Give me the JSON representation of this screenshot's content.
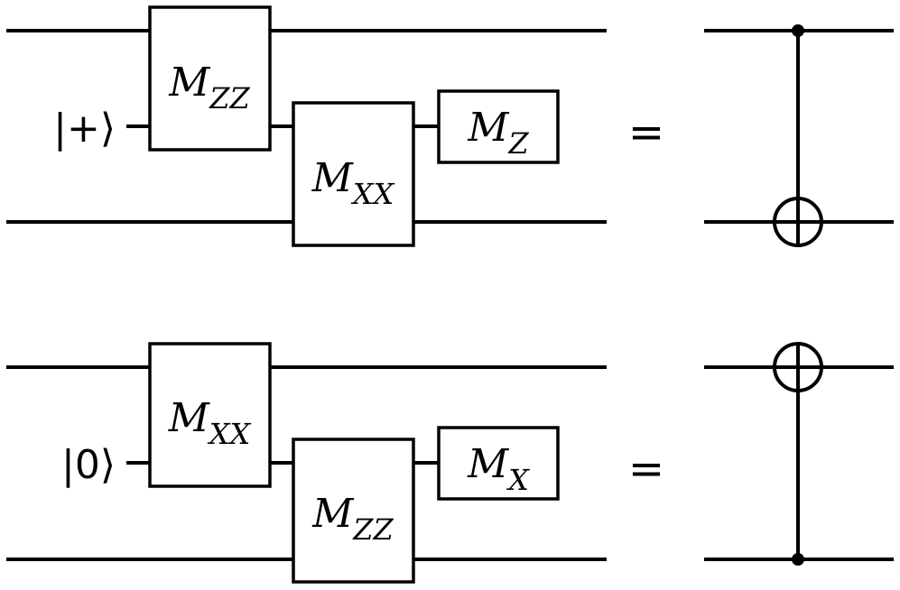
{
  "circuits": [
    {
      "input_state": "|+⟩",
      "gate1": {
        "main": "M",
        "sub": "ZZ"
      },
      "gate2": {
        "main": "M",
        "sub": "XX"
      },
      "measure": {
        "main": "M",
        "sub": "Z"
      },
      "equals": "=",
      "equivalent": {
        "control": "top",
        "target": "bottom"
      }
    },
    {
      "input_state": "|0⟩",
      "gate1": {
        "main": "M",
        "sub": "XX"
      },
      "gate2": {
        "main": "M",
        "sub": "ZZ"
      },
      "measure": {
        "main": "M",
        "sub": "X"
      },
      "equals": "=",
      "equivalent": {
        "control": "bottom",
        "target": "top"
      }
    }
  ]
}
